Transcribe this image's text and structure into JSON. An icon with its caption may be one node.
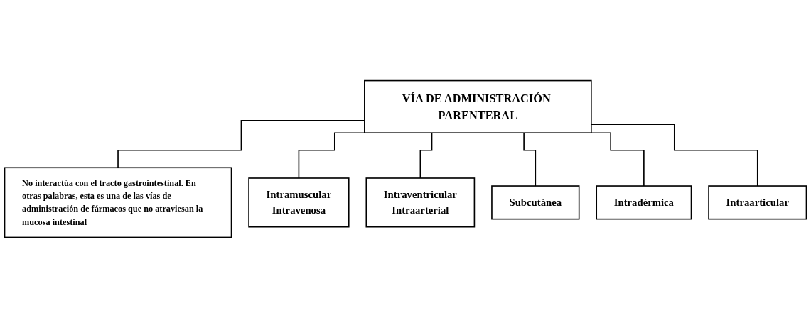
{
  "diagram": {
    "nodes": [
      {
        "text": [
          "VÍA DE ADMINISTRACIÓN PARENTERAL"
        ]
      },
      {
        "text": [
          "No interactúa con el tracto gastrointestinal. En otras palabras, esta es una de las vías de administración de fármacos que no atraviesan la mucosa intestinal"
        ]
      },
      {
        "text": [
          "Intramuscular",
          "Intravenosa"
        ]
      },
      {
        "text": [
          "Intraventricular",
          "Intraarterial"
        ]
      },
      {
        "text": [
          "Subcutánea"
        ]
      },
      {
        "text": [
          "Intradérmica"
        ]
      },
      {
        "text": [
          "Intraarticular"
        ]
      }
    ],
    "edges": [
      {
        "from": 0,
        "to": 1,
        "arrow": "none"
      },
      {
        "from": 0,
        "to": 2,
        "arrow": "none"
      },
      {
        "from": 0,
        "to": 3,
        "arrow": "none"
      },
      {
        "from": 0,
        "to": 4,
        "arrow": "none"
      },
      {
        "from": 0,
        "to": 5,
        "arrow": "none"
      },
      {
        "from": 0,
        "to": 6,
        "arrow": "none"
      }
    ]
  }
}
